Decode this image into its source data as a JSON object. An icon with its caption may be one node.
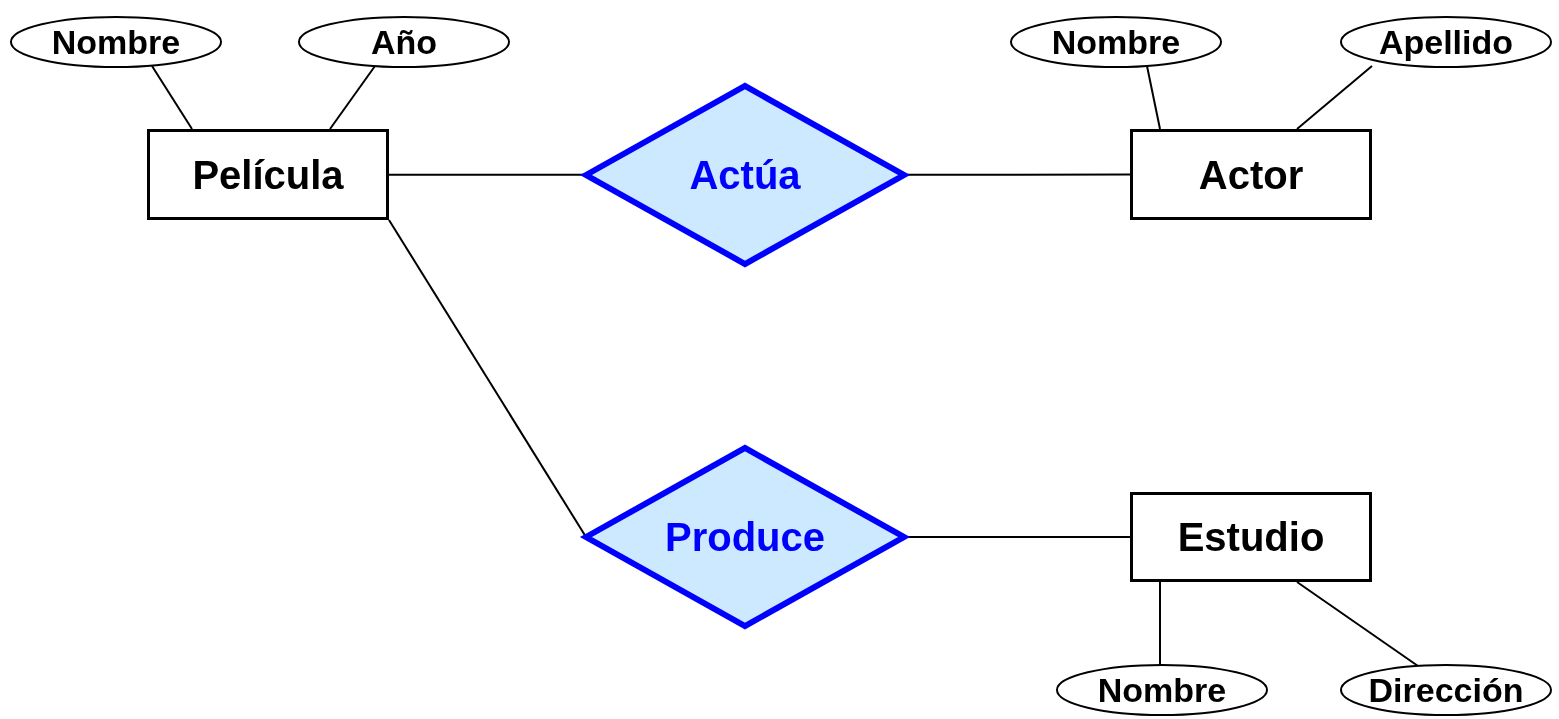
{
  "diagram": {
    "nodes": [
      {
        "text": [
          "Nombre"
        ]
      },
      {
        "text": [
          "Año"
        ]
      },
      {
        "text": [
          "Nombre"
        ]
      },
      {
        "text": [
          "Apellido"
        ]
      },
      {
        "text": [
          "Película"
        ]
      },
      {
        "text": [
          "Actúa"
        ]
      },
      {
        "text": [
          "Actor"
        ]
      },
      {
        "text": [
          "Produce"
        ]
      },
      {
        "text": [
          "Estudio"
        ]
      },
      {
        "text": [
          "Nombre"
        ]
      },
      {
        "text": [
          "Dirección"
        ]
      }
    ],
    "edges": [
      {
        "from": 0,
        "to": 4,
        "arrow": "none"
      },
      {
        "from": 1,
        "to": 4,
        "arrow": "none"
      },
      {
        "from": 2,
        "to": 6,
        "arrow": "none"
      },
      {
        "from": 3,
        "to": 6,
        "arrow": "none"
      },
      {
        "from": 4,
        "to": 5,
        "arrow": "none"
      },
      {
        "from": 5,
        "to": 6,
        "arrow": "none"
      },
      {
        "from": 4,
        "to": 7,
        "arrow": "none"
      },
      {
        "from": 7,
        "to": 8,
        "arrow": "none"
      },
      {
        "from": 8,
        "to": 9,
        "arrow": "none"
      },
      {
        "from": 8,
        "to": 10,
        "arrow": "none"
      }
    ]
  }
}
